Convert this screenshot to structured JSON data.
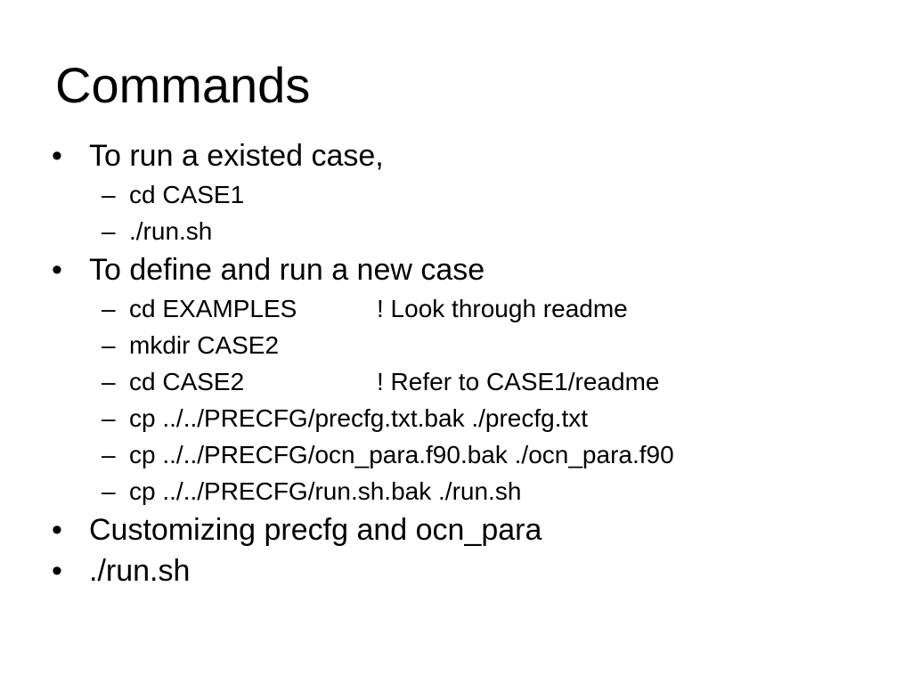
{
  "slide": {
    "title": "Commands",
    "bullets": [
      {
        "marker": "•",
        "text": "To run a existed case,",
        "subitems": [
          {
            "marker": "–",
            "text": "cd CASE1",
            "note": ""
          },
          {
            "marker": "–",
            "text": "./run.sh",
            "note": ""
          }
        ]
      },
      {
        "marker": "•",
        "text": "To define and run a new case",
        "subitems": [
          {
            "marker": "–",
            "text": "cd EXAMPLES",
            "note": "!  Look through readme"
          },
          {
            "marker": "–",
            "text": "mkdir CASE2",
            "note": ""
          },
          {
            "marker": "–",
            "text": "cd CASE2",
            "note": "!  Refer to CASE1/readme"
          },
          {
            "marker": "–",
            "text": "cp ../../PRECFG/precfg.txt.bak ./precfg.txt",
            "note": ""
          },
          {
            "marker": "–",
            "text": "cp ../../PRECFG/ocn_para.f90.bak ./ocn_para.f90",
            "note": ""
          },
          {
            "marker": "–",
            "text": "cp ../../PRECFG/run.sh.bak ./run.sh",
            "note": ""
          }
        ]
      },
      {
        "marker": "•",
        "text": "Customizing precfg and ocn_para",
        "subitems": []
      },
      {
        "marker": "•",
        "text": "./run.sh",
        "subitems": []
      }
    ]
  }
}
